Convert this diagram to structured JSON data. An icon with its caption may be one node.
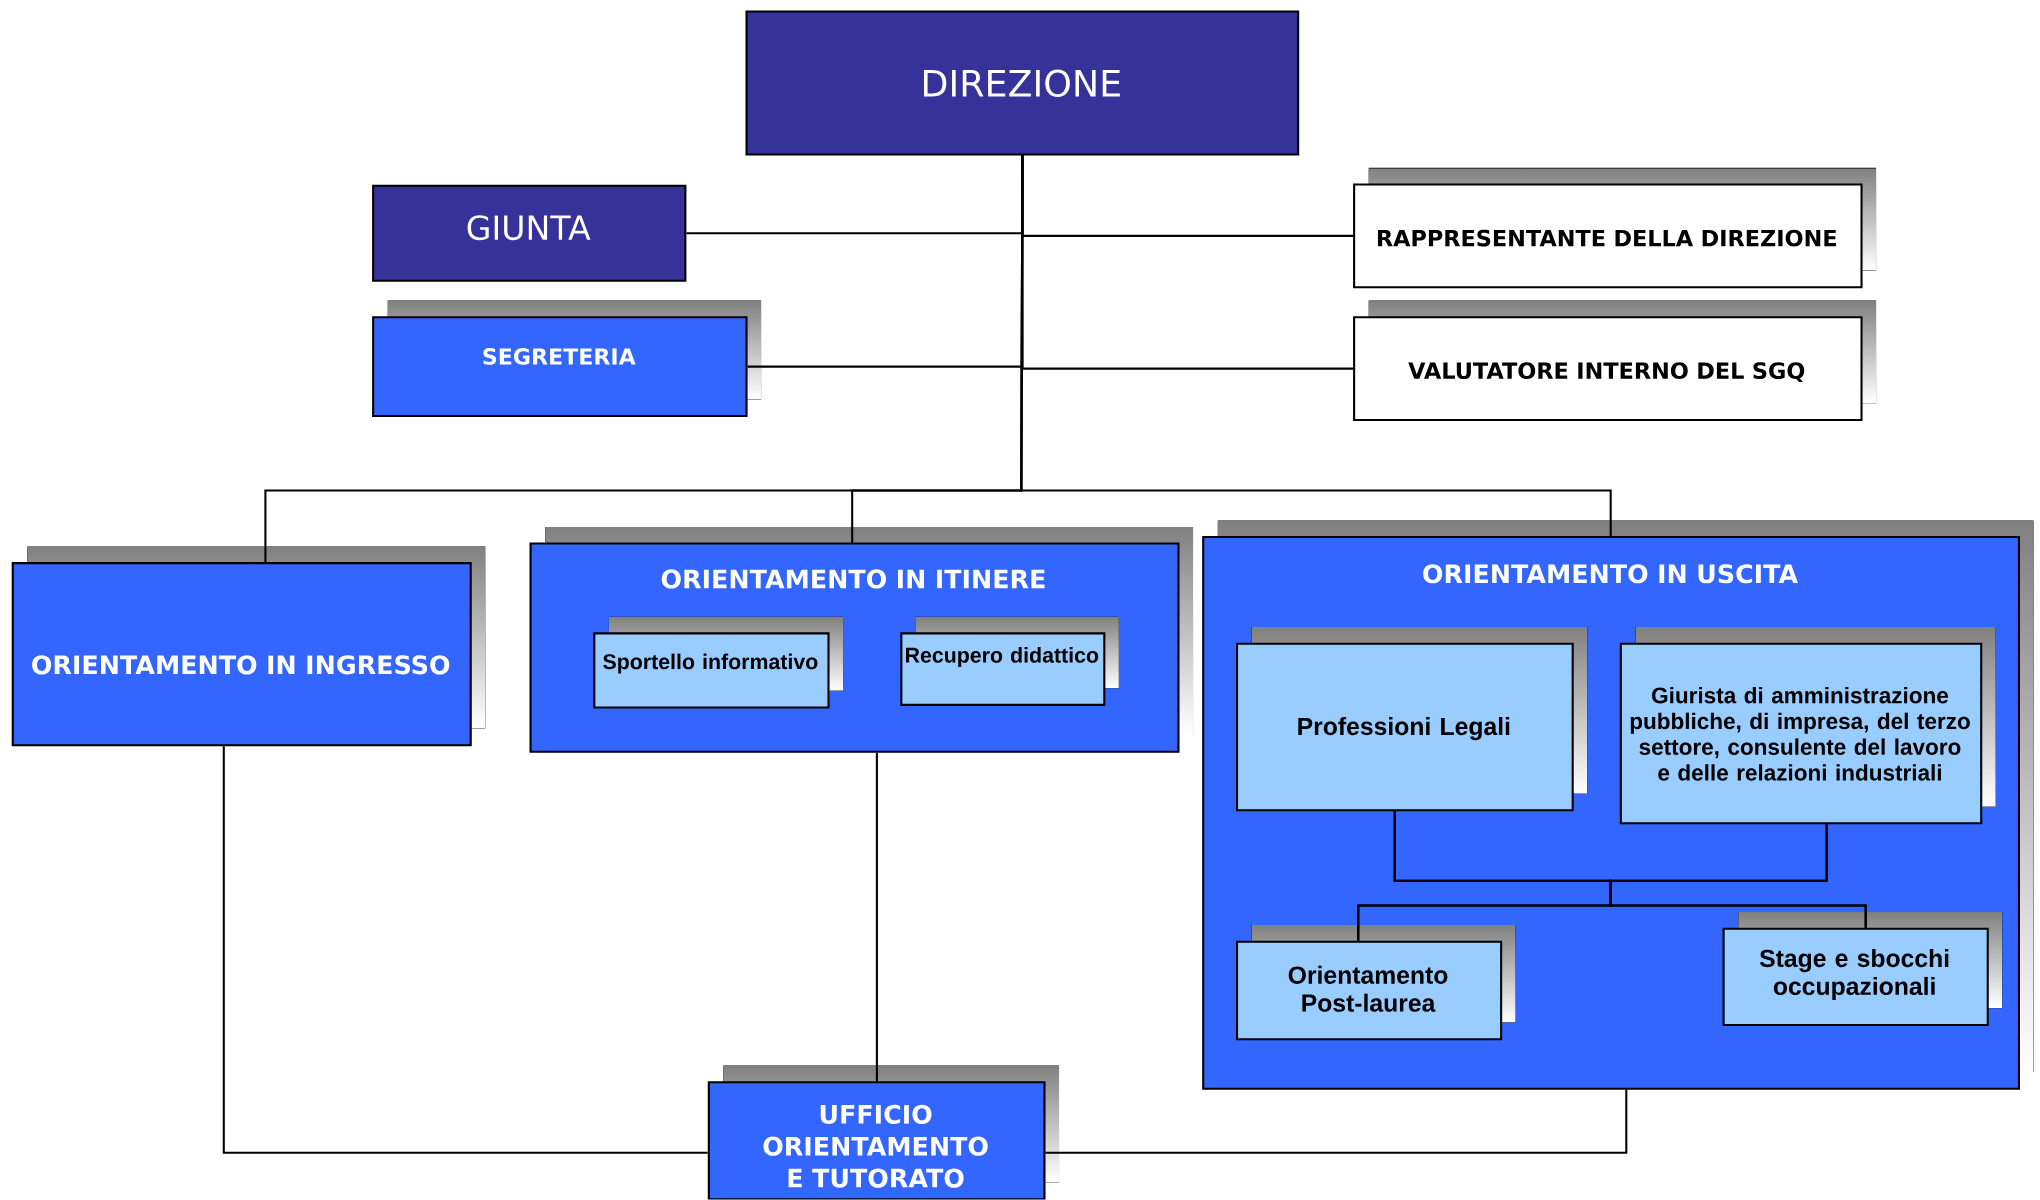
{
  "diagram": {
    "nodes": [
      {
        "text": [
          "DIREZIONE"
        ]
      },
      {
        "text": [
          "GIUNTA"
        ]
      },
      {
        "text": [
          "RAPPRESENTANTE DELLA DIREZIONE"
        ]
      },
      {
        "text": [
          "SEGRETERIA"
        ]
      },
      {
        "text": [
          "VALUTATORE INTERNO DEL SGQ"
        ]
      },
      {
        "text": [
          "ORIENTAMENTO IN INGRESSO"
        ]
      },
      {
        "text": [
          "ORIENTAMENTO IN ITINERE"
        ]
      },
      {
        "text": [
          "Sportello informativo"
        ],
        "in": 6
      },
      {
        "text": [
          "Recupero didattico"
        ],
        "in": 6
      },
      {
        "text": [
          "ORIENTAMENTO IN USCITA"
        ]
      },
      {
        "text": [
          "Professioni Legali"
        ],
        "in": 9
      },
      {
        "text": [
          "Giurista di amministrazione pubbliche, di impresa, del terzo settore, consulente del lavoro e delle relazioni industriali"
        ],
        "in": 9
      },
      {
        "text": [
          "Orientamento Post-laurea"
        ],
        "in": 9
      },
      {
        "text": [
          "Stage e sbocchi occupazionali"
        ],
        "in": 9
      },
      {
        "text": [
          "UFFICIO ORIENTAMENTO E TUTORATO"
        ]
      }
    ],
    "edges": [
      {
        "from": 0,
        "to": 1,
        "arrow": "none"
      },
      {
        "from": 0,
        "to": 2,
        "arrow": "none"
      },
      {
        "from": 0,
        "to": 3,
        "arrow": "none"
      },
      {
        "from": 0,
        "to": 4,
        "arrow": "none"
      },
      {
        "from": 0,
        "to": 5,
        "arrow": "none"
      },
      {
        "from": 0,
        "to": 6,
        "arrow": "none"
      },
      {
        "from": 0,
        "to": 9,
        "arrow": "none"
      },
      {
        "from": 10,
        "to": 12,
        "arrow": "none"
      },
      {
        "from": 10,
        "to": 13,
        "arrow": "none"
      },
      {
        "from": 11,
        "to": 12,
        "arrow": "none"
      },
      {
        "from": 11,
        "to": 13,
        "arrow": "none"
      },
      {
        "from": 5,
        "to": 14,
        "arrow": "none"
      },
      {
        "from": 6,
        "to": 14,
        "arrow": "none"
      },
      {
        "from": 9,
        "to": 14,
        "arrow": "none"
      }
    ]
  }
}
